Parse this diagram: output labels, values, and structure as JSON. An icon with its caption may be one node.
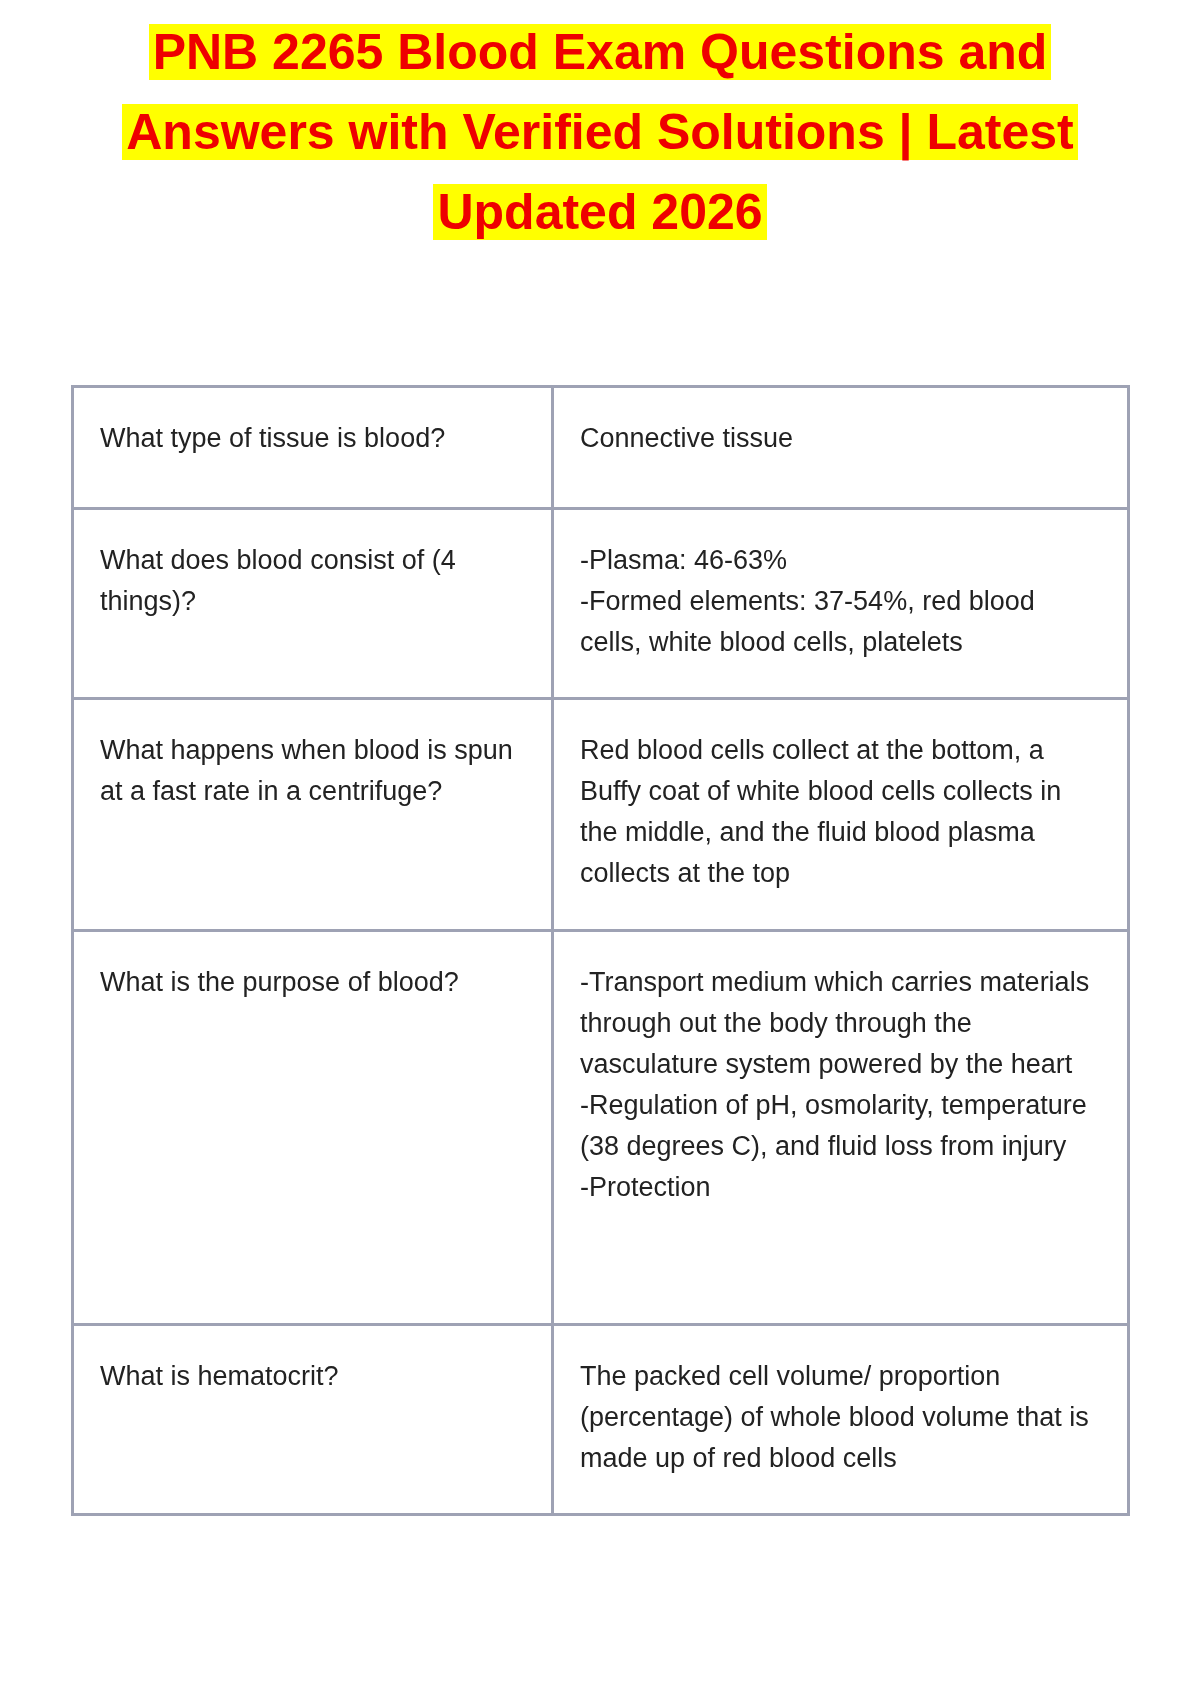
{
  "diagram": {
    "title": "PNB 2265 Blood Exam Questions and Answers with Verified Solutions | Latest Updated 2026",
    "labels": [
      "What type of tissue is blood?",
      "Connective tissue",
      "What does blood consist of (4 things)?",
      "-Plasma: 46-63%\n-Formed elements: 37-54%, red blood cells, white blood cells, platelets",
      "What happens when blood is spun at a fast rate in a centrifuge?",
      "Red blood cells collect at the bottom, a Buffy coat of white blood cells collects in the middle, and the fluid blood plasma collects at the top",
      "What is the purpose of blood?",
      "-Transport medium which carries materials through out the body through the vasculature system powered by the heart\n-Regulation of pH, osmolarity, temperature (38 degrees C), and fluid loss from injury\n-Protection",
      "What is hematocrit?",
      "The packed cell volume/ proportion (percentage) of whole blood volume that is made up of red blood cells"
    ]
  }
}
